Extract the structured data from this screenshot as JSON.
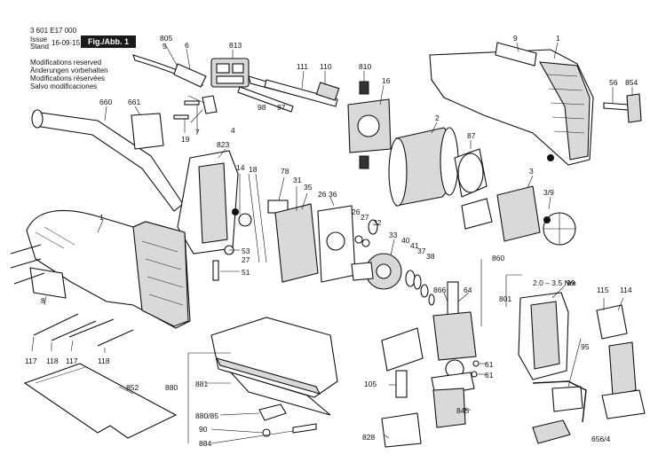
{
  "header": {
    "doc_number": "3 601 E17 000",
    "issue_label": "Issue",
    "stand_label": "Stand",
    "date": "16-09-15",
    "figure_label": "Fig./Abb. 1"
  },
  "modifications": [
    "Modifications reserved",
    "Änderungen vorbehalten",
    "Modifications réservées",
    "Salvo modificaciones"
  ],
  "callouts": [
    "805",
    "5",
    "6",
    "813",
    "111",
    "110",
    "810",
    "9",
    "1",
    "56",
    "854",
    "660",
    "661",
    "98",
    "97",
    "16",
    "4",
    "19",
    "7",
    "2",
    "87",
    "3",
    "3/9",
    "823",
    "14",
    "18",
    "78",
    "31",
    "35",
    "26",
    "36",
    "26",
    "27",
    "32",
    "53",
    "27",
    "51",
    "33",
    "40",
    "41",
    "37",
    "38",
    "1",
    "8",
    "860",
    "99",
    "2.0 – 3.5 Nm",
    "115",
    "114",
    "866",
    "64",
    "801",
    "117",
    "118",
    "117",
    "118",
    "852",
    "61",
    "61",
    "95",
    "880",
    "881",
    "105",
    "845",
    "880/85",
    "90",
    "884",
    "828",
    "656/4"
  ]
}
